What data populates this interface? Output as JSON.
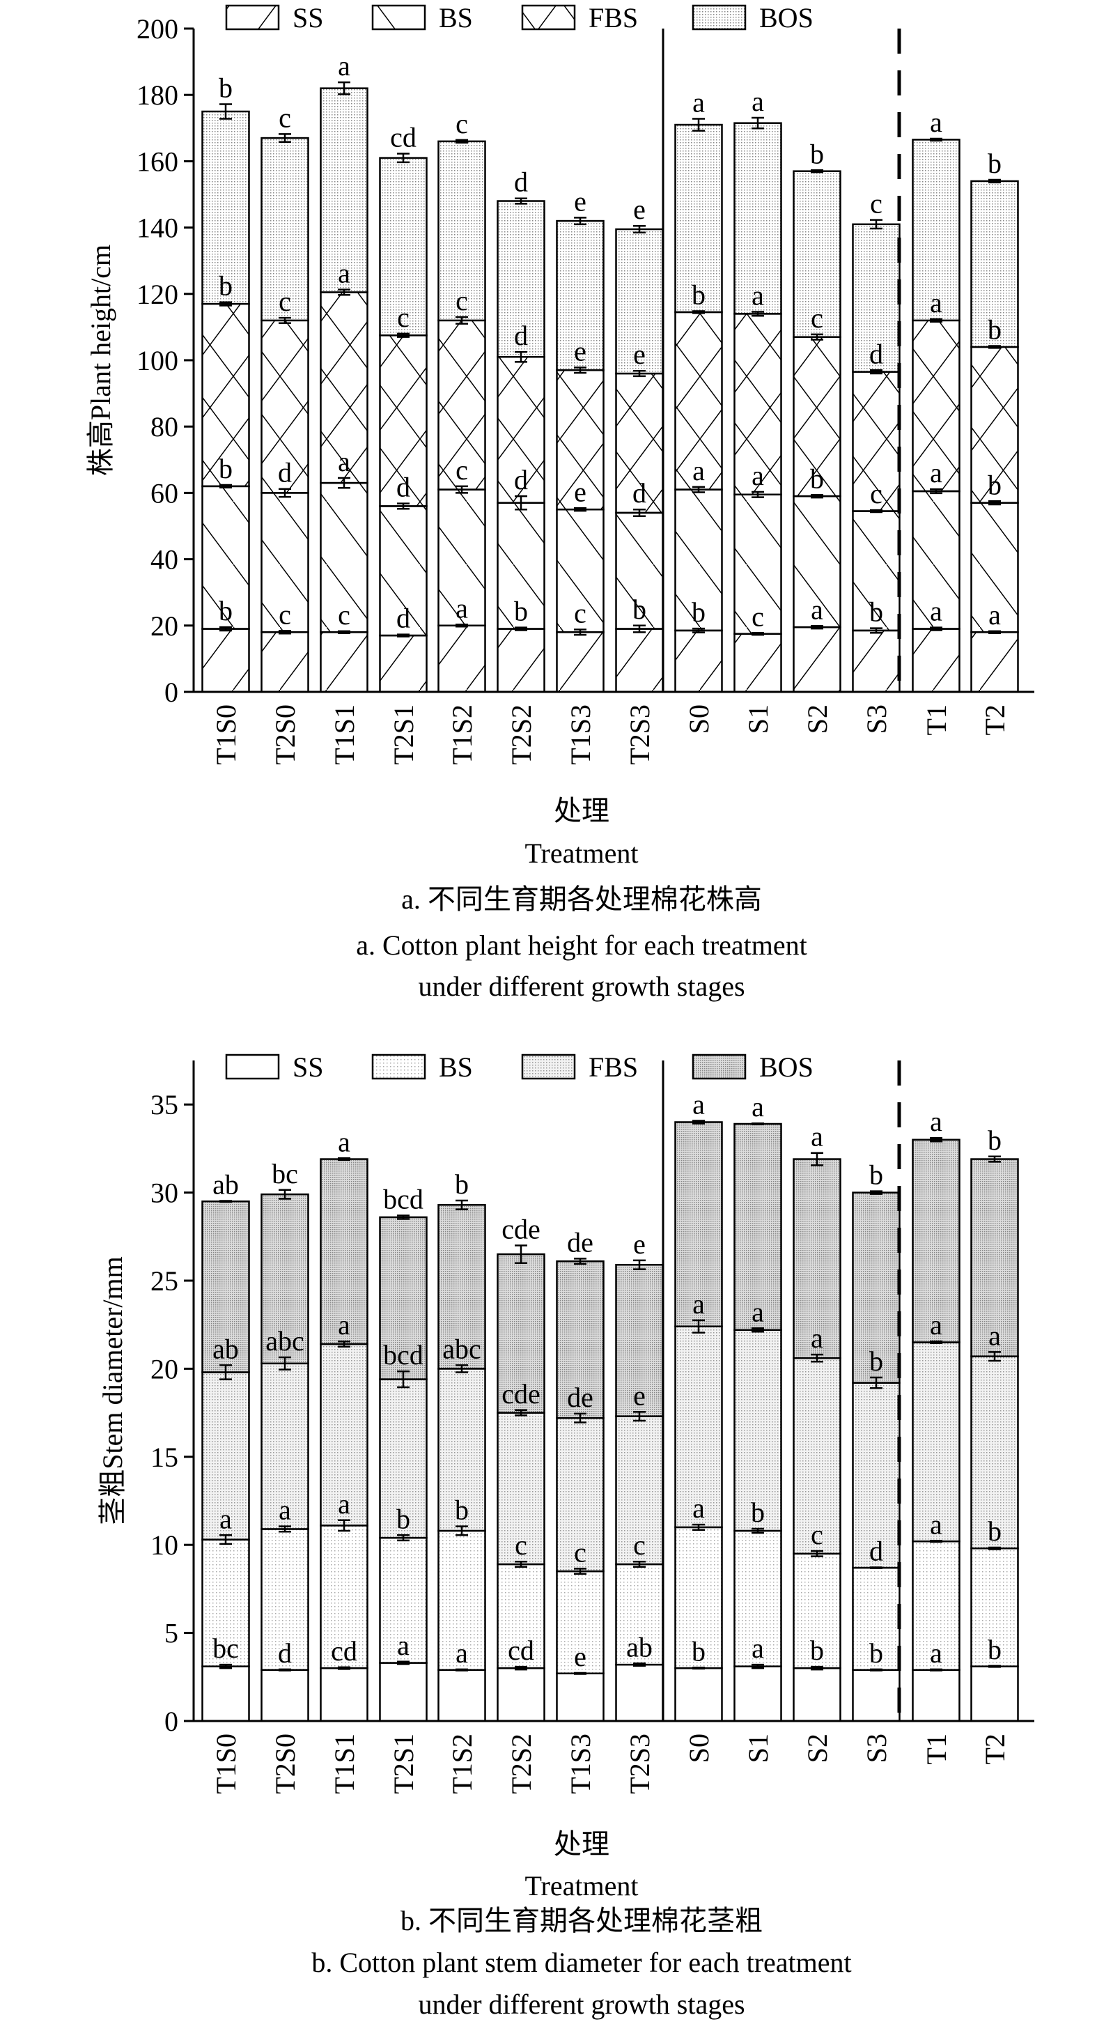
{
  "chart_data": [
    {
      "type": "bar",
      "stacked": true,
      "title": "a. 不同生育期各处理棉花株高",
      "title_en_1": "a. Cotton plant height for each treatment",
      "title_en_2": "under different growth stages",
      "xlabel_cn": "处理",
      "xlabel": "Treatment",
      "ylabel": "株高Plant height/cm",
      "ylim": [
        0,
        200
      ],
      "yticks": [
        0,
        20,
        40,
        60,
        80,
        100,
        120,
        140,
        160,
        180,
        200
      ],
      "legend_position": "top",
      "categories": [
        "T1S0",
        "T2S0",
        "T1S1",
        "T2S1",
        "T1S2",
        "T2S2",
        "T1S3",
        "T2S3",
        "S0",
        "S1",
        "S2",
        "S3",
        "T1",
        "T2"
      ],
      "group_separators": [
        {
          "after": "T2S3",
          "style": "solid"
        },
        {
          "after": "S3",
          "style": "dashed"
        }
      ],
      "series": [
        {
          "name": "SS",
          "cumulative_top": [
            19,
            18,
            18,
            17,
            20,
            19,
            18,
            19,
            18.5,
            17.5,
            19.5,
            18.5,
            19,
            18
          ],
          "error": [
            0.5,
            0.4,
            0.3,
            0.3,
            0.3,
            0.4,
            0.8,
            1,
            0.6,
            0.3,
            0.4,
            0.7,
            0.4,
            0.3
          ],
          "letters": [
            "b",
            "c",
            "c",
            "d",
            "a",
            "b",
            "c",
            "b",
            "b",
            "c",
            "a",
            "b",
            "a",
            "a"
          ]
        },
        {
          "name": "BS",
          "cumulative_top": [
            62,
            60,
            63,
            56,
            61,
            57,
            55,
            54,
            61,
            59.5,
            59,
            54.5,
            60.5,
            57
          ],
          "error": [
            0.4,
            1.2,
            1.5,
            0.8,
            1,
            2,
            0.4,
            1,
            0.8,
            0.8,
            0.4,
            0.3,
            0.6,
            0.5
          ],
          "letters": [
            "b",
            "d",
            "a",
            "d",
            "c",
            "d",
            "e",
            "d",
            "a",
            "a",
            "b",
            "c",
            "a",
            "b"
          ]
        },
        {
          "name": "FBS",
          "cumulative_top": [
            117,
            112,
            120.5,
            107.5,
            112,
            101,
            97,
            96,
            114.5,
            114,
            107,
            96.5,
            112,
            104
          ],
          "error": [
            0.5,
            0.8,
            0.8,
            0.5,
            1,
            1.5,
            0.8,
            0.8,
            0.3,
            0.6,
            0.8,
            0.5,
            0.4,
            0.3
          ],
          "letters": [
            "b",
            "c",
            "a",
            "c",
            "c",
            "d",
            "e",
            "e",
            "b",
            "a",
            "c",
            "d",
            "a",
            "b"
          ]
        },
        {
          "name": "BOS",
          "cumulative_top": [
            175,
            167,
            182,
            161,
            166,
            148,
            142,
            139.5,
            171,
            171.5,
            157,
            141,
            166.5,
            154
          ],
          "error": [
            2.2,
            1.2,
            1.8,
            1.3,
            0.4,
            0.8,
            1,
            1,
            1.8,
            1.6,
            0.3,
            1.3,
            0.3,
            0.4
          ],
          "letters": [
            "b",
            "c",
            "a",
            "cd",
            "c",
            "d",
            "e",
            "e",
            "a",
            "a",
            "b",
            "c",
            "a",
            "b"
          ]
        }
      ]
    },
    {
      "type": "bar",
      "stacked": true,
      "title": "b. 不同生育期各处理棉花茎粗",
      "title_en_1": "b. Cotton plant stem diameter for each treatment",
      "title_en_2": "under different growth stages",
      "xlabel_cn": "处理",
      "xlabel": "Treatment",
      "ylabel": "茎粗Stem diameter/mm",
      "ylim": [
        0,
        37.5
      ],
      "yticks": [
        0,
        5,
        10,
        15,
        20,
        25,
        30,
        35
      ],
      "legend_position": "top",
      "categories": [
        "T1S0",
        "T2S0",
        "T1S1",
        "T2S1",
        "T1S2",
        "T2S2",
        "T1S3",
        "T2S3",
        "S0",
        "S1",
        "S2",
        "S3",
        "T1",
        "T2"
      ],
      "group_separators": [
        {
          "after": "T2S3",
          "style": "solid"
        },
        {
          "after": "S3",
          "style": "dashed"
        }
      ],
      "series": [
        {
          "name": "SS",
          "cumulative_top": [
            3.1,
            2.9,
            3.0,
            3.3,
            2.9,
            3.0,
            2.7,
            3.2,
            3.0,
            3.1,
            3.0,
            2.9,
            2.9,
            3.1
          ],
          "error": [
            0.1,
            0.03,
            0.05,
            0.07,
            0.03,
            0.08,
            0.03,
            0.07,
            0.03,
            0.1,
            0.08,
            0.03,
            0.03,
            0.03
          ],
          "letters": [
            "bc",
            "d",
            "cd",
            "a",
            "a",
            "cd",
            "e",
            "ab",
            "b",
            "a",
            "b",
            "b",
            "a",
            "b"
          ]
        },
        {
          "name": "BS",
          "cumulative_top": [
            10.3,
            10.9,
            11.1,
            10.4,
            10.8,
            8.9,
            8.5,
            8.9,
            11.0,
            10.8,
            9.5,
            8.7,
            10.2,
            9.8
          ],
          "error": [
            0.25,
            0.15,
            0.3,
            0.15,
            0.25,
            0.15,
            0.15,
            0.15,
            0.15,
            0.12,
            0.15,
            0.02,
            0.03,
            0.05
          ],
          "letters": [
            "a",
            "a",
            "a",
            "b",
            "b",
            "c",
            "c",
            "c",
            "a",
            "b",
            "c",
            "d",
            "a",
            "b"
          ]
        },
        {
          "name": "FBS",
          "cumulative_top": [
            19.8,
            20.3,
            21.4,
            19.4,
            20.0,
            17.5,
            17.2,
            17.3,
            22.4,
            22.2,
            20.6,
            19.2,
            21.5,
            20.7
          ],
          "error": [
            0.4,
            0.35,
            0.15,
            0.45,
            0.2,
            0.15,
            0.25,
            0.25,
            0.35,
            0.1,
            0.2,
            0.3,
            0.05,
            0.25
          ],
          "letters": [
            "ab",
            "abc",
            "a",
            "bcd",
            "abc",
            "cde",
            "de",
            "e",
            "a",
            "a",
            "a",
            "b",
            "a",
            "a"
          ]
        },
        {
          "name": "BOS",
          "cumulative_top": [
            29.5,
            29.9,
            31.9,
            28.6,
            29.3,
            26.5,
            26.1,
            25.9,
            34.0,
            33.9,
            31.9,
            30.0,
            33.0,
            31.9
          ],
          "error": [
            0.03,
            0.25,
            0.05,
            0.1,
            0.25,
            0.5,
            0.15,
            0.25,
            0.08,
            0.03,
            0.35,
            0.08,
            0.1,
            0.15
          ],
          "letters": [
            "ab",
            "bc",
            "a",
            "bcd",
            "b",
            "cde",
            "de",
            "e",
            "a",
            "a",
            "a",
            "b",
            "a",
            "b"
          ]
        }
      ]
    }
  ]
}
